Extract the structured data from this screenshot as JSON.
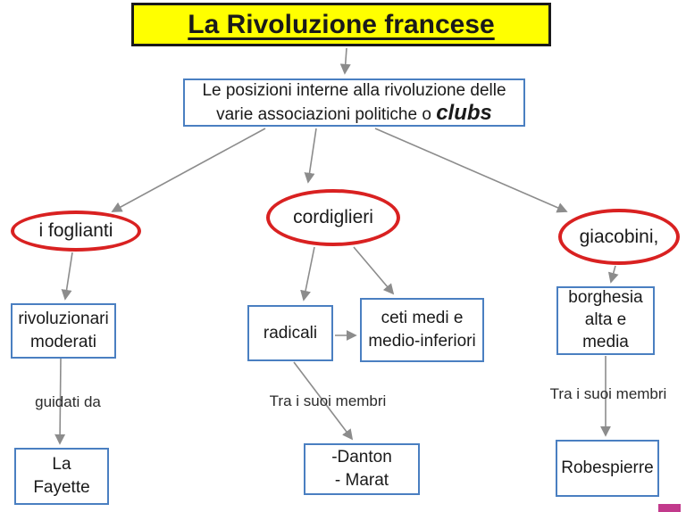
{
  "title": {
    "text": "La Rivoluzione francese"
  },
  "intro": {
    "line1": "Le posizioni interne alla rivoluzione delle",
    "line2_prefix": "varie associazioni politiche o ",
    "line2_emphasis": "clubs"
  },
  "clubs": {
    "foglianti": {
      "label": "i foglianti"
    },
    "cordiglieri": {
      "label": "cordiglieri"
    },
    "giacobini": {
      "label": "giacobini,"
    }
  },
  "nodes": {
    "rivoluzionari": {
      "label": "rivoluzionari\nmoderati"
    },
    "radicali": {
      "label": "radicali"
    },
    "ceti": {
      "label": "ceti medi e\nmedio-inferiori"
    },
    "borghesia": {
      "label": "borghesia\nalta e\nmedia"
    },
    "lafayette": {
      "label": "La\nFayette"
    },
    "danton": {
      "label": "-Danton\n- Marat"
    },
    "robespierre": {
      "label": "Robespierre"
    }
  },
  "edge_labels": {
    "guidati_da": "guidati da",
    "tra_membri_center": "Tra i suoi membri",
    "tra_membri_right": "Tra i suoi membri"
  },
  "colors": {
    "title_bg": "#ffff00",
    "box_border": "#4a7fc1",
    "ellipse_border": "#d92121",
    "arrow": "#8c8c8c",
    "logo_fragment": "#c23a8c"
  }
}
